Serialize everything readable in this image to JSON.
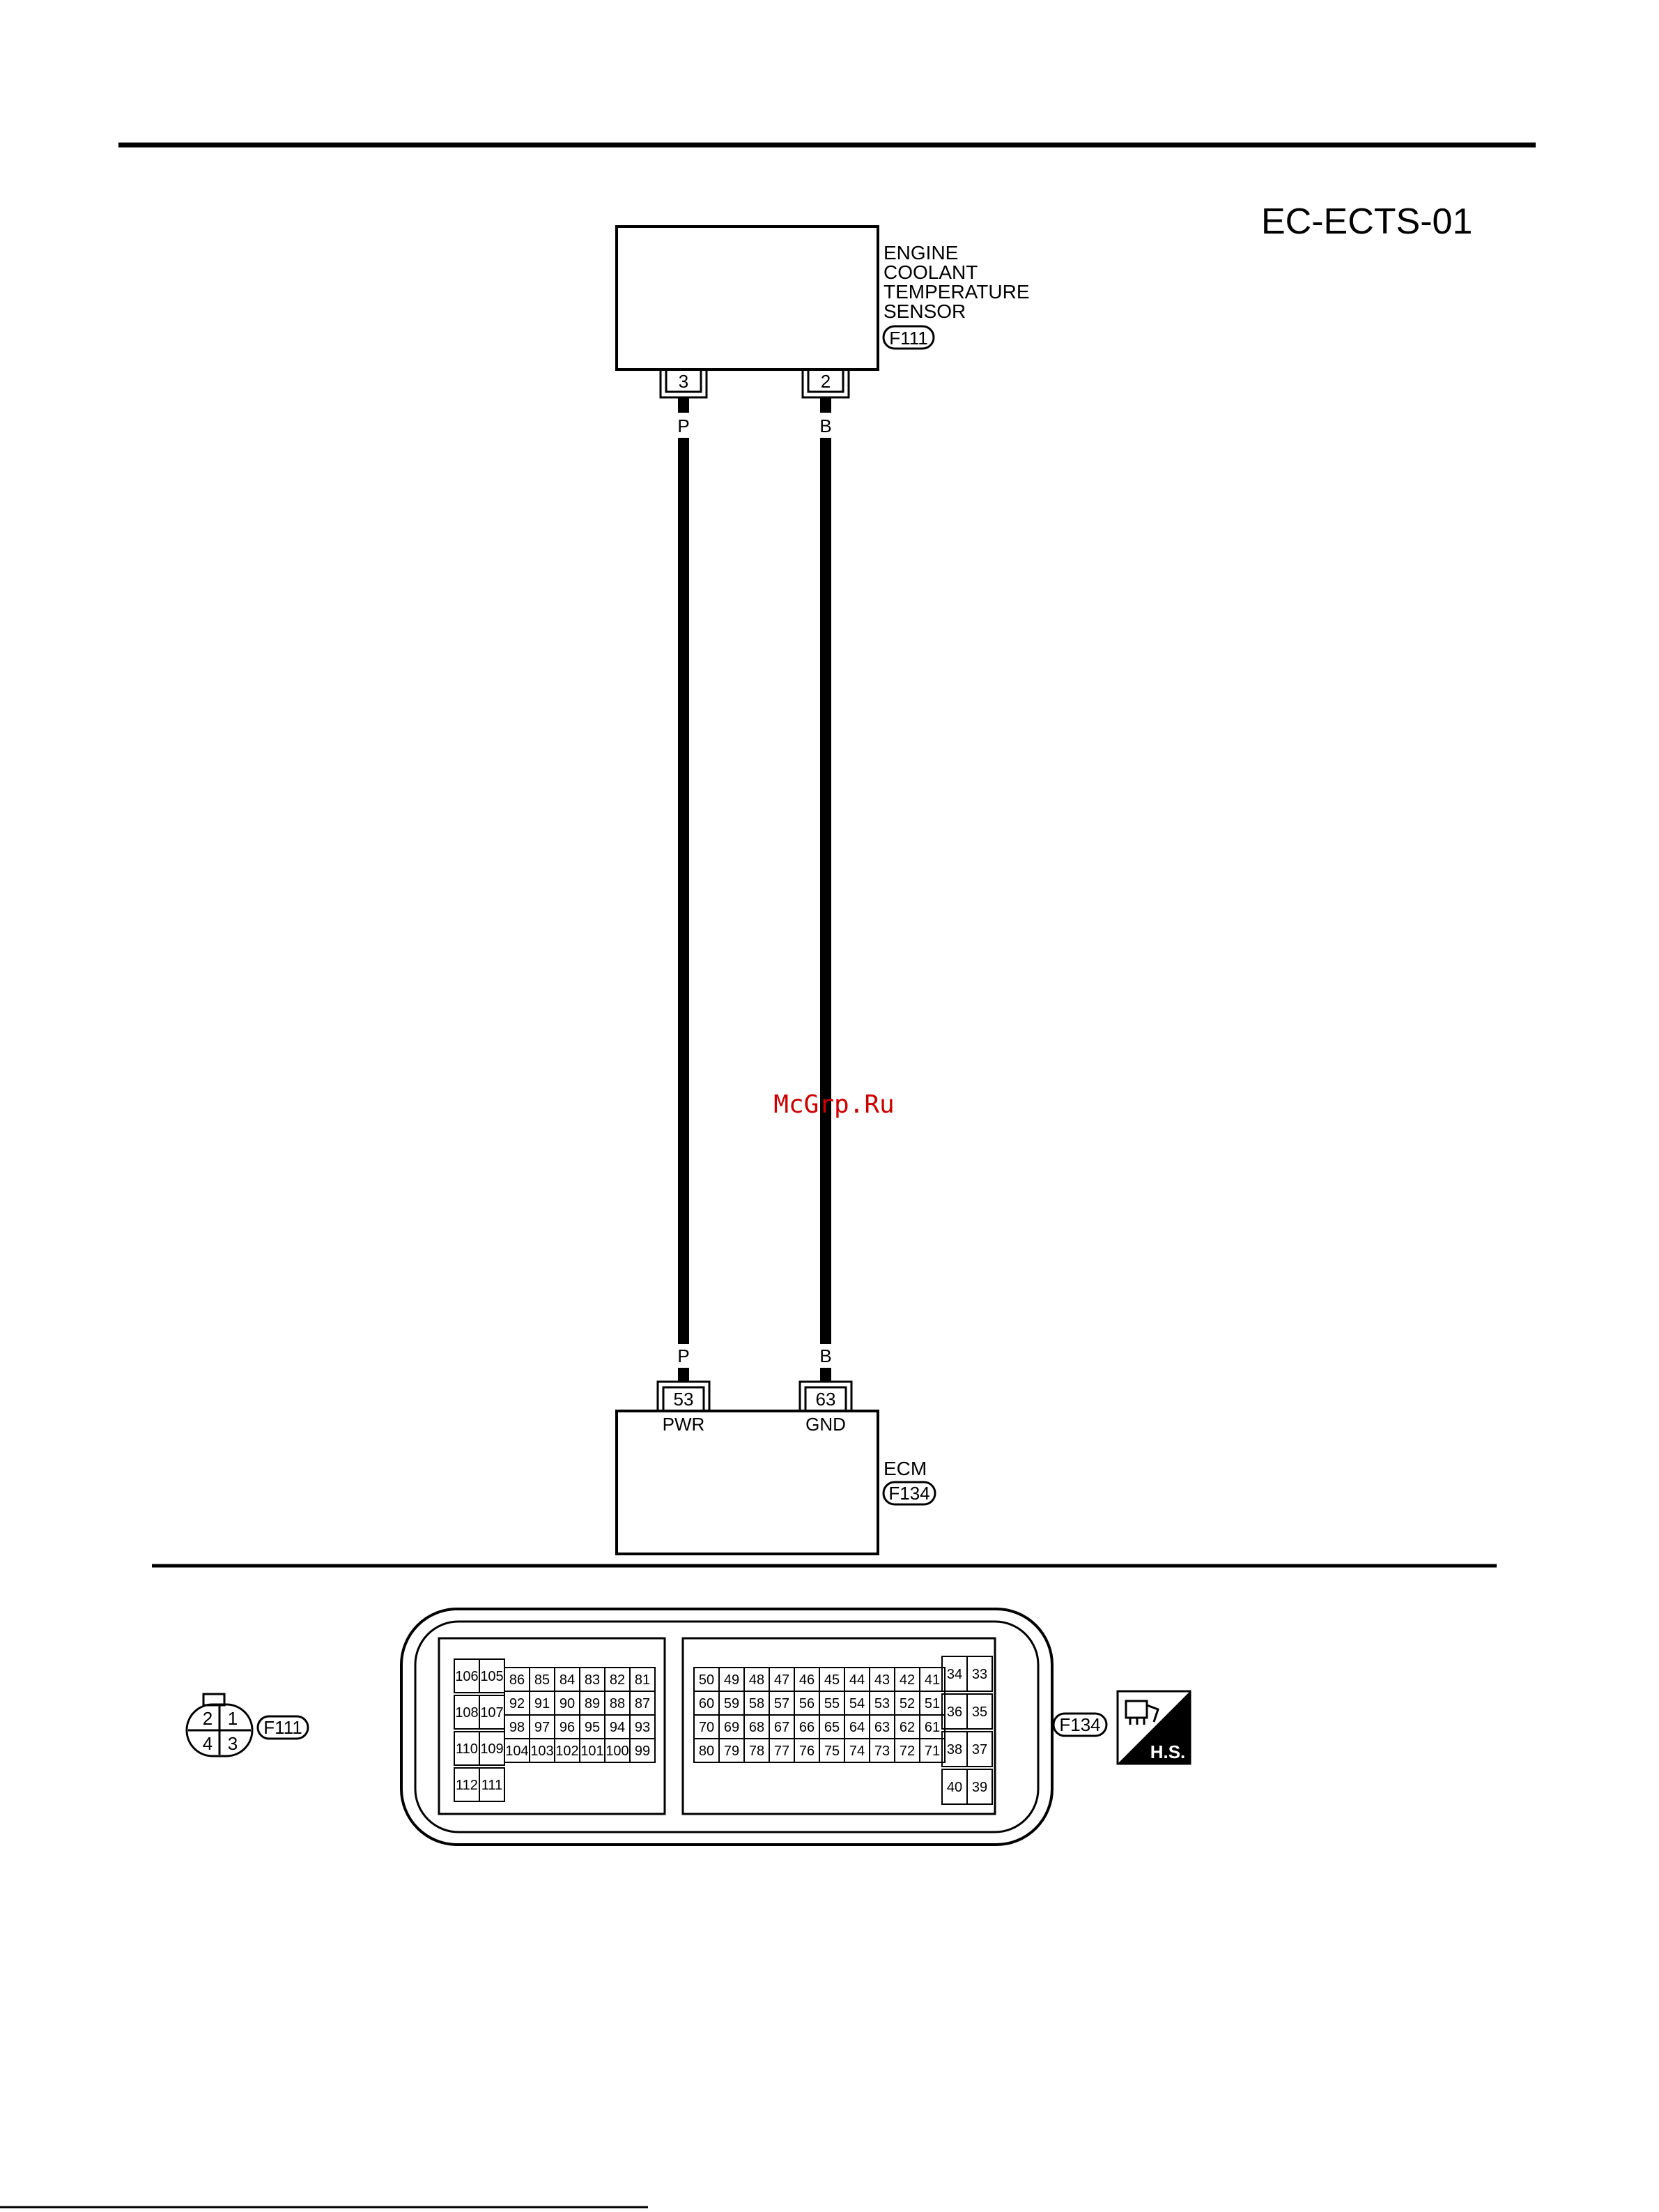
{
  "diagram_id": "EC-ECTS-01",
  "watermark": "McGrp.Ru",
  "sensor": {
    "name_lines": [
      "ENGINE",
      "COOLANT",
      "TEMPERATURE",
      "SENSOR"
    ],
    "connector": "F111",
    "pins": [
      {
        "number": "3",
        "wire_color": "P"
      },
      {
        "number": "2",
        "wire_color": "B"
      }
    ]
  },
  "ecm": {
    "name": "ECM",
    "connector": "F134",
    "pins": [
      {
        "number": "53",
        "wire_color": "P",
        "label": "PWR"
      },
      {
        "number": "63",
        "wire_color": "B",
        "label": "GND"
      }
    ]
  },
  "connector_views": {
    "f111": {
      "label": "F111",
      "pins": [
        "2",
        "1",
        "4",
        "3"
      ]
    },
    "f134": {
      "label": "F134",
      "left_block": {
        "side_column_a": [
          "106",
          "108",
          "110",
          "112"
        ],
        "side_column_b": [
          "105",
          "107",
          "109",
          "111"
        ],
        "grid_rows": [
          [
            "86",
            "85",
            "84",
            "83",
            "82",
            "81"
          ],
          [
            "92",
            "91",
            "90",
            "89",
            "88",
            "87"
          ],
          [
            "98",
            "97",
            "96",
            "95",
            "94",
            "93"
          ],
          [
            "104",
            "103",
            "102",
            "101",
            "100",
            "99"
          ]
        ]
      },
      "right_block": {
        "grid_rows": [
          [
            "50",
            "49",
            "48",
            "47",
            "46",
            "45",
            "44",
            "43",
            "42",
            "41"
          ],
          [
            "60",
            "59",
            "58",
            "57",
            "56",
            "55",
            "54",
            "53",
            "52",
            "51"
          ],
          [
            "70",
            "69",
            "68",
            "67",
            "66",
            "65",
            "64",
            "63",
            "62",
            "61"
          ],
          [
            "80",
            "79",
            "78",
            "77",
            "76",
            "75",
            "74",
            "73",
            "72",
            "71"
          ]
        ],
        "side_pairs": [
          [
            "34",
            "33"
          ],
          [
            "36",
            "35"
          ],
          [
            "38",
            "37"
          ],
          [
            "40",
            "39"
          ]
        ]
      },
      "badge_text": "H.S."
    }
  }
}
